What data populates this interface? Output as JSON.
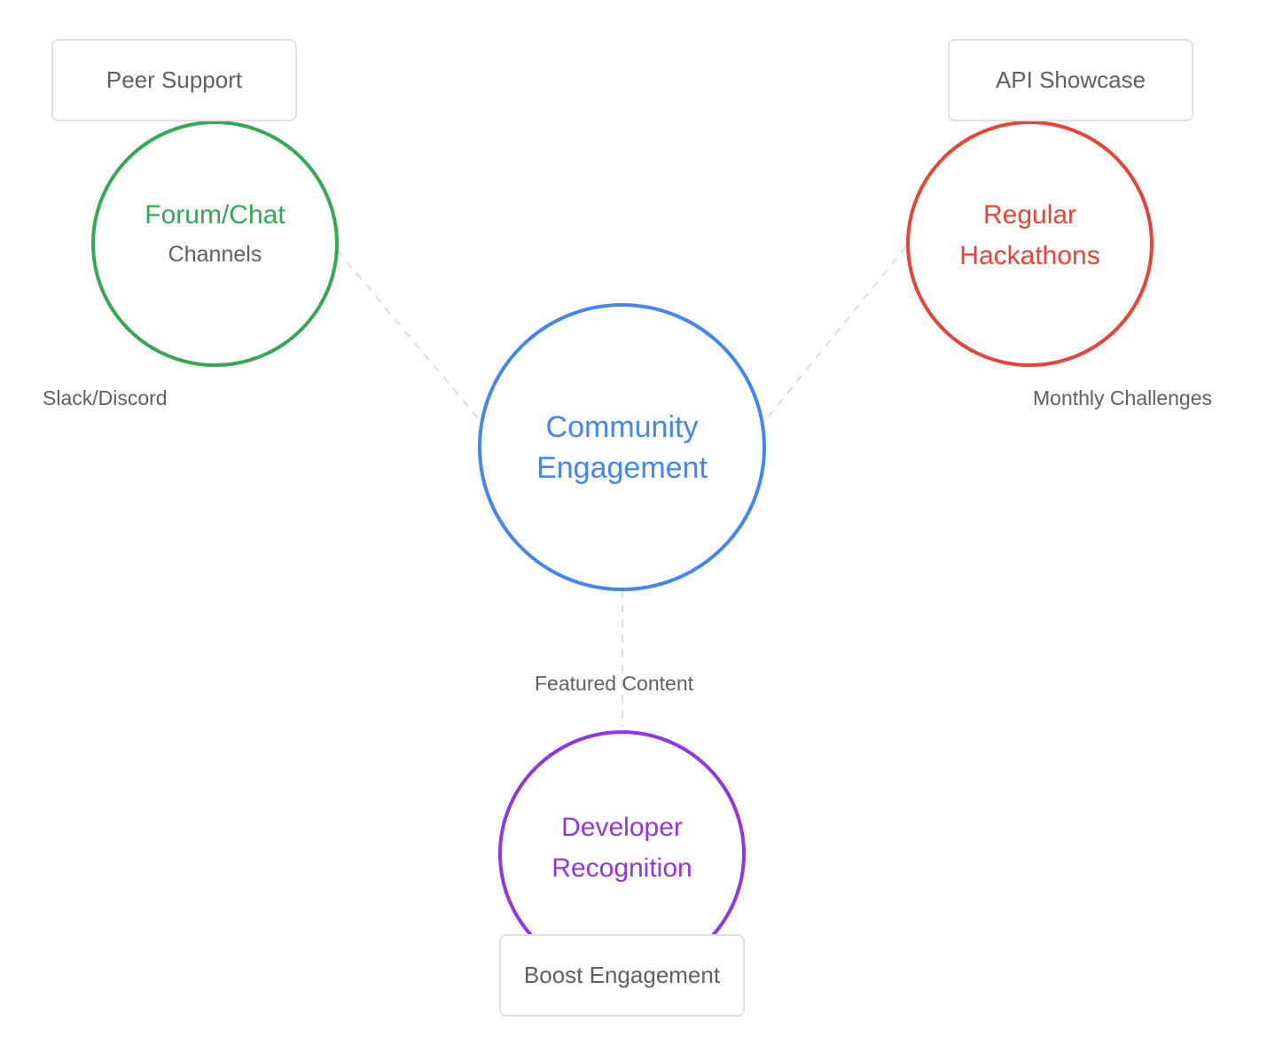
{
  "colors": {
    "center": "#4285f4",
    "forum": "#34a853",
    "hackathon": "#ea4335",
    "recognition": "#9334e6",
    "text_gray": "#606060",
    "connector": "#dddddd",
    "note_border": "#e0e0e0"
  },
  "center": {
    "title_line1": "Community",
    "title_line2": "Engagement"
  },
  "forum": {
    "title": "Forum/Chat",
    "subtitle": "Channels",
    "note": "Peer Support",
    "side_label": "Slack/Discord"
  },
  "hackathon": {
    "title_line1": "Regular",
    "title_line2": "Hackathons",
    "note": "API Showcase",
    "side_label": "Monthly Challenges"
  },
  "recognition": {
    "title_line1": "Developer",
    "title_line2": "Recognition",
    "note": "Boost Engagement",
    "link_label": "Featured Content"
  }
}
